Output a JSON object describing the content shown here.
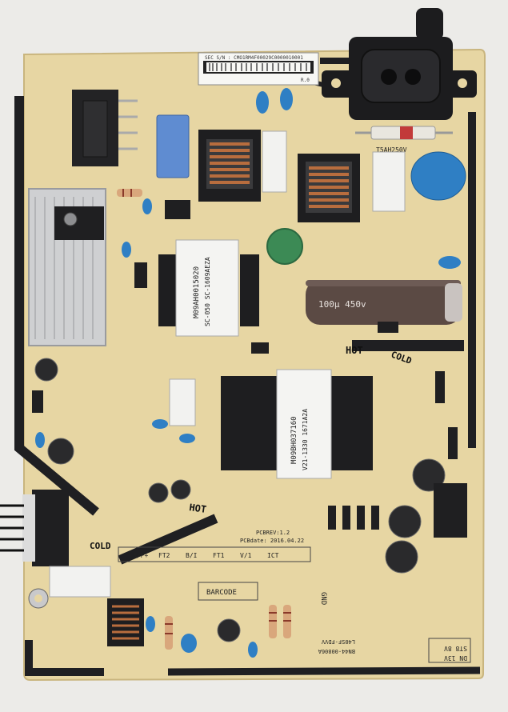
{
  "board": {
    "label_sec": "SEC S/N : CMO1RM4F00029C0000010001",
    "label_rev": "R.0",
    "hot_label_1": "HOT",
    "cold_label_1": "COLD",
    "hot_label_2": "HOT",
    "cold_label_2": "COLD",
    "transformer_main": "M09AH0015020",
    "transformer_main_2": "SC-050 SC-1609AEZA",
    "transformer_lower": "M09BH037160",
    "transformer_lower_2": "V21-1330 1671A2A",
    "cap_big": "100μ 450v",
    "barcode_label": "BARCODE",
    "connector_labels": [
      "FT2",
      "B/I",
      "FT1",
      "V/1",
      "ICT",
      "3/P+"
    ],
    "part_no": "L40SF-FDVV",
    "board_id": "BN44-00806A",
    "model": "ST8 8V",
    "model_2": "DN 13V",
    "pcb_date": "PCBdate: 2016.04.22",
    "pcb_rev": "PCBREV:1.2",
    "fuse_label": "T5AH250V",
    "gnd_label": "GND"
  },
  "colors": {
    "pcb": "#e9d9a6",
    "pcb_dark": "#d8c58c",
    "trace": "#1f1f22",
    "heatsink": "#cfd0d2",
    "socket": "#1c1c1e",
    "cap_blue": "#2f7fc4",
    "cap_electrolytic": "#2a2a2c",
    "cap_brown": "#5b4a44",
    "coil_copper": "#b86d3e",
    "white_component": "#f2f2f0",
    "thermistor_green": "#3c8a55"
  }
}
